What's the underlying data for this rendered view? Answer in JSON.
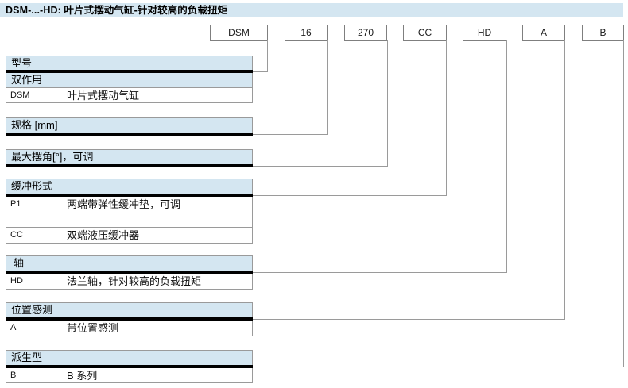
{
  "page": {
    "title": "DSM-...-HD: 叶片式摆动气缸-针对较高的负载扭矩"
  },
  "order_code": {
    "separator": "–",
    "segments": [
      "DSM",
      "16",
      "270",
      "CC",
      "HD",
      "A",
      "B"
    ]
  },
  "tables": [
    {
      "header": "型号",
      "subheader": "双作用",
      "rows": [
        {
          "code": "DSM",
          "desc": "叶片式摆动气缸"
        }
      ]
    },
    {
      "header": "规格 [mm]",
      "rows": []
    },
    {
      "header": "最大摆角[°]，可调",
      "rows": []
    },
    {
      "header": "缓冲形式",
      "rows": [
        {
          "code": "P1",
          "desc": "两端带弹性缓冲垫，可调"
        },
        {
          "code": "CC",
          "desc": "双端液压缓冲器"
        }
      ]
    },
    {
      "header": "轴",
      "rows": [
        {
          "code": "HD",
          "desc": "法兰轴，针对较高的负载扭矩"
        }
      ]
    },
    {
      "header": "位置感测",
      "rows": [
        {
          "code": "A",
          "desc": "带位置感测"
        }
      ]
    },
    {
      "header": "派生型",
      "rows": [
        {
          "code": "B",
          "desc": "B 系列"
        }
      ]
    }
  ],
  "colors": {
    "header_bg": "#d4e6f1",
    "line_gray": "#9a9a9a",
    "bar_black": "#000000",
    "box_border": "#7f7f7f"
  }
}
